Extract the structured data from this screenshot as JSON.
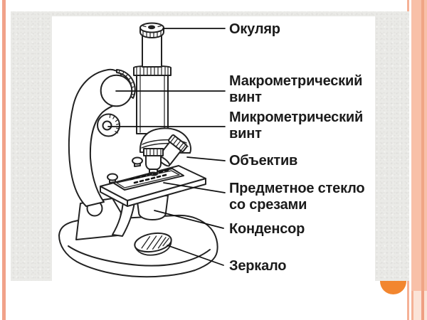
{
  "slide": {
    "background_color": "#ffffff",
    "texture_color": "#eaeae7",
    "accent_stripe_color": "#f1a28a",
    "accent_band_color": "#f8c0a8",
    "orange_dot_color": "#f2862f",
    "ink_color": "#1b1b1b"
  },
  "diagram": {
    "subject": "microscope",
    "labels": [
      {
        "id": "eyepiece",
        "line1": "Окуляр",
        "line2": ""
      },
      {
        "id": "coarse",
        "line1": "Макрометрический",
        "line2": "винт"
      },
      {
        "id": "fine",
        "line1": "Микрометрический",
        "line2": "винт"
      },
      {
        "id": "objective",
        "line1": "Объектив",
        "line2": ""
      },
      {
        "id": "slide",
        "line1": "Предметное стекло",
        "line2": "со срезами"
      },
      {
        "id": "condenser",
        "line1": "Конденсор",
        "line2": ""
      },
      {
        "id": "mirror",
        "line1": "Зеркало",
        "line2": ""
      }
    ]
  }
}
